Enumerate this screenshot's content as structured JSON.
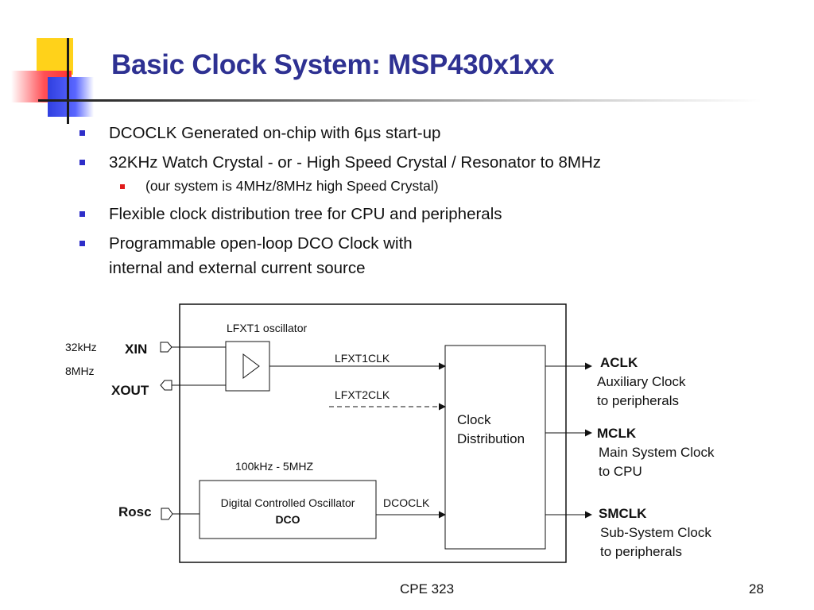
{
  "slide": {
    "title": "Basic Clock System: MSP430x1xx",
    "bullets": [
      {
        "text": "DCOCLK Generated on-chip with 6µs start-up"
      },
      {
        "text": "32KHz Watch Crystal - or - High Speed Crystal / Resonator to 8MHz"
      },
      {
        "text": "(our system is 4MHz/8MHz high Speed Crystal)",
        "level": 2
      },
      {
        "text": "Flexible clock distribution tree for CPU and peripherals"
      },
      {
        "text": "Programmable open-loop DCO Clock with",
        "text_line2": "internal and external current source"
      }
    ],
    "footer": {
      "center": "CPE 323",
      "page": "28"
    }
  },
  "diagram": {
    "inputs": {
      "freq_32k": "32kHz",
      "freq_8m": "8MHz",
      "xin": "XIN",
      "xout": "XOUT",
      "rosc": "Rosc"
    },
    "lfxt1": {
      "label": "LFXT1 oscillator"
    },
    "signals": {
      "lfxt1clk": "LFXT1CLK",
      "lfxt2clk": "LFXT2CLK",
      "dcoclk": "DCOCLK"
    },
    "dco": {
      "range": "100kHz - 5MHZ",
      "label": "Digital Controlled Oscillator",
      "short": "DCO"
    },
    "distribution": {
      "line1": "Clock",
      "line2": "Distribution"
    },
    "outputs": {
      "aclk": {
        "name": "ACLK",
        "desc1": "Auxiliary Clock",
        "desc2": "to peripherals"
      },
      "mclk": {
        "name": "MCLK",
        "desc1": "Main System Clock",
        "desc2": "to CPU"
      },
      "smclk": {
        "name": "SMCLK",
        "desc1": "Sub-System Clock",
        "desc2": "to peripherals"
      }
    }
  }
}
